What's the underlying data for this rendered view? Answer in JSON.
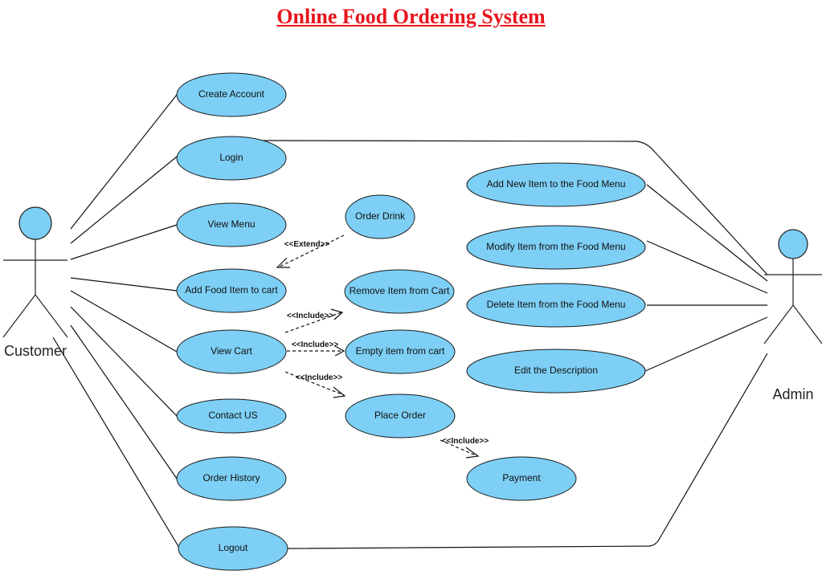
{
  "title": "Online Food Ordering System",
  "actors": {
    "customer": "Customer",
    "admin": "Admin"
  },
  "use_cases": {
    "create_account": "Create Account",
    "login": "Login",
    "view_menu": "View Menu",
    "add_food_item": "Add Food Item to cart",
    "view_cart": "View Cart",
    "contact_us": "Contact US",
    "order_history": "Order History",
    "logout": "Logout",
    "order_drink": "Order Drink",
    "remove_item": "Remove Item from Cart",
    "empty_item": "Empty item from cart",
    "place_order": "Place Order",
    "payment": "Payment",
    "add_new_item": "Add New Item to the Food Menu",
    "modify_item": "Modify Item from the Food Menu",
    "delete_item": "Delete Item from the Food Menu",
    "edit_description": "Edit the Description"
  },
  "stereotypes": {
    "extend": "<<Extend>>",
    "include_remove": "<<Include>>",
    "include_empty": "<<Include>>",
    "include_place": "<<Include>>",
    "include_payment": "<<Include>>"
  },
  "colors": {
    "title": "#e8141c",
    "use_case_fill": "#7dcff5"
  }
}
